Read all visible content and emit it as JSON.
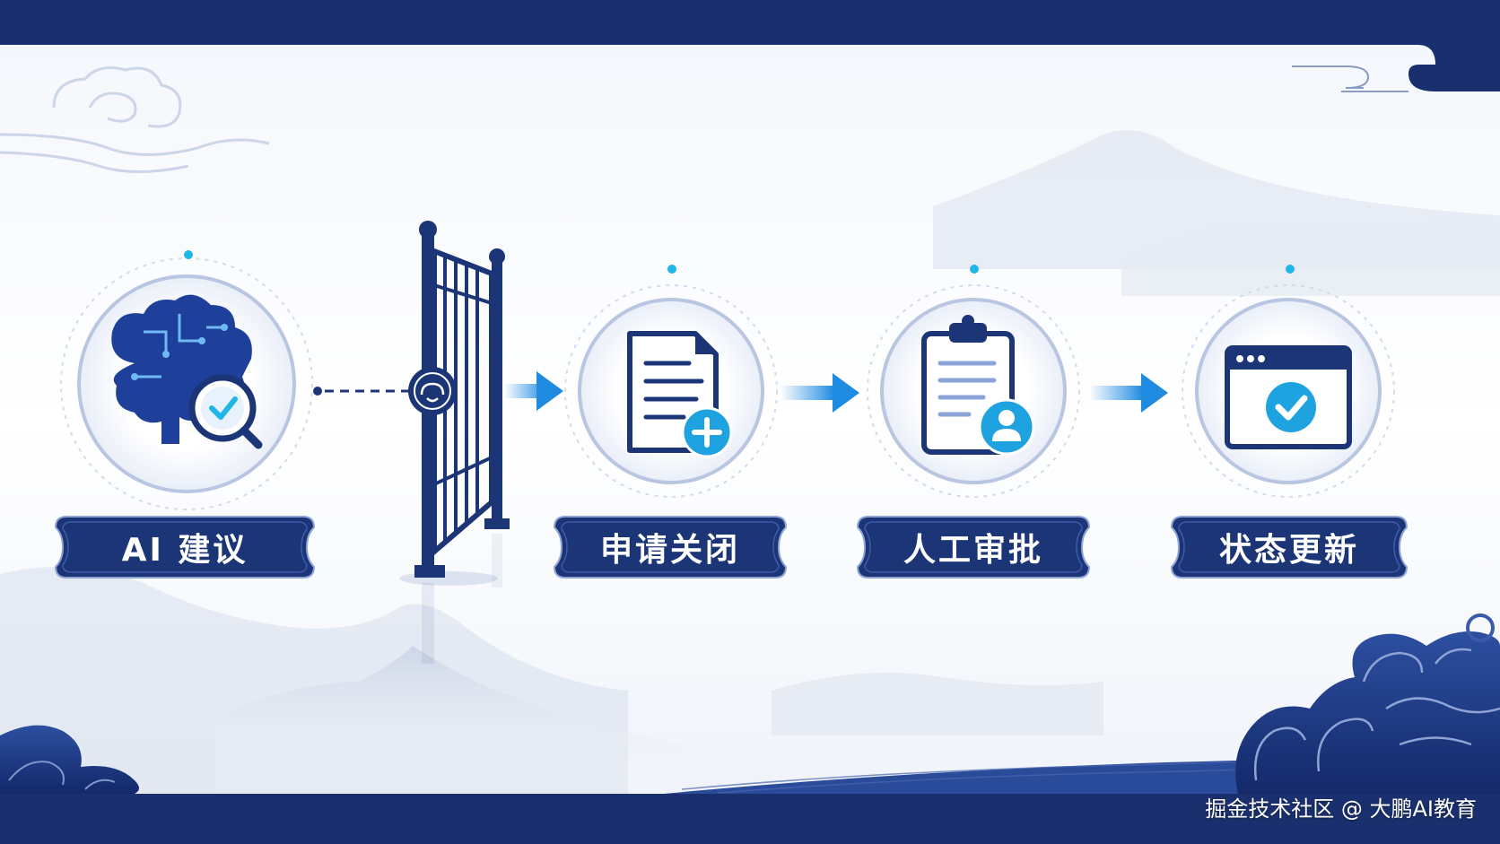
{
  "diagram": {
    "steps": [
      {
        "label": "AI 建议",
        "icon": "brain-search-icon"
      },
      {
        "label": "申请关闭",
        "icon": "document-add-icon"
      },
      {
        "label": "人工审批",
        "icon": "clipboard-user-icon"
      },
      {
        "label": "状态更新",
        "icon": "browser-check-icon"
      }
    ],
    "gate_icon": "gate-icon",
    "arrow_icon": "arrow-right-icon"
  },
  "watermark": "掘金技术社区 @ 大鹏AI教育",
  "colors": {
    "navy": "#1b3577",
    "deep_navy": "#13296a",
    "accent_blue": "#2196e6",
    "cyan": "#1fb6e8",
    "light_bg": "#f4f7fc"
  }
}
